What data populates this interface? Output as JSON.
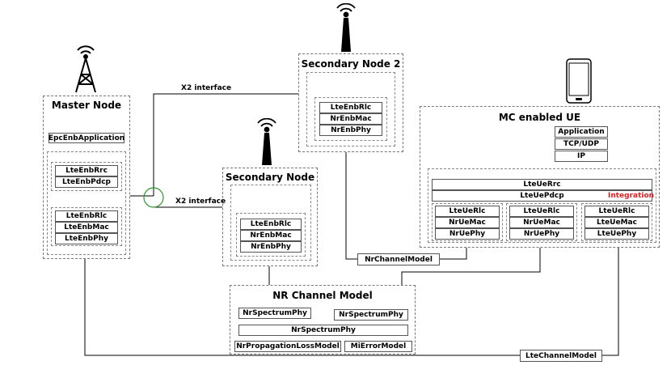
{
  "master": {
    "title": "Master Node",
    "app": "EpcEnbApplication",
    "rrc": "LteEnbRrc",
    "pdcp": "LteEnbPdcp",
    "rlc": "LteEnbRlc",
    "mac": "LteEnbMac",
    "phy": "LteEnbPhy"
  },
  "secondary1": {
    "title": "Secondary Node 1",
    "rlc": "LteEnbRlc",
    "mac": "NrEnbMac",
    "phy": "NrEnbPhy"
  },
  "secondary2": {
    "title": "Secondary Node 2",
    "rlc": "LteEnbRlc",
    "mac": "NrEnbMac",
    "phy": "NrEnbPhy"
  },
  "ue": {
    "title": "MC enabled UE",
    "app": "Application",
    "tcp": "TCP/UDP",
    "ip": "IP",
    "rrc": "LteUeRrc",
    "pdcp": "LteUePdcp",
    "integration": "Integration",
    "stacks": [
      {
        "rlc": "LteUeRlc",
        "mac": "NrUeMac",
        "phy": "NrUePhy"
      },
      {
        "rlc": "LteUeRlc",
        "mac": "NrUeMac",
        "phy": "NrUePhy"
      },
      {
        "rlc": "LteUeRlc",
        "mac": "LteUeMac",
        "phy": "LteUePhy"
      }
    ]
  },
  "channel": {
    "title": "NR Channel Model",
    "spectrum1": "NrSpectrumPhy",
    "spectrum2": "NrSpectrumPhy",
    "spectrum3": "NrSpectrumPhy",
    "propagation": "NrPropagationLossModel",
    "error": "MiErrorModel"
  },
  "links": {
    "x2_top": "X2 interface",
    "x2_mid": "X2 interface",
    "nr_channel": "NrChannelModel",
    "lte_channel": "LteChannelModel"
  },
  "colors": {
    "integration": "#e02020",
    "junction_circle": "#2e9a2e"
  }
}
